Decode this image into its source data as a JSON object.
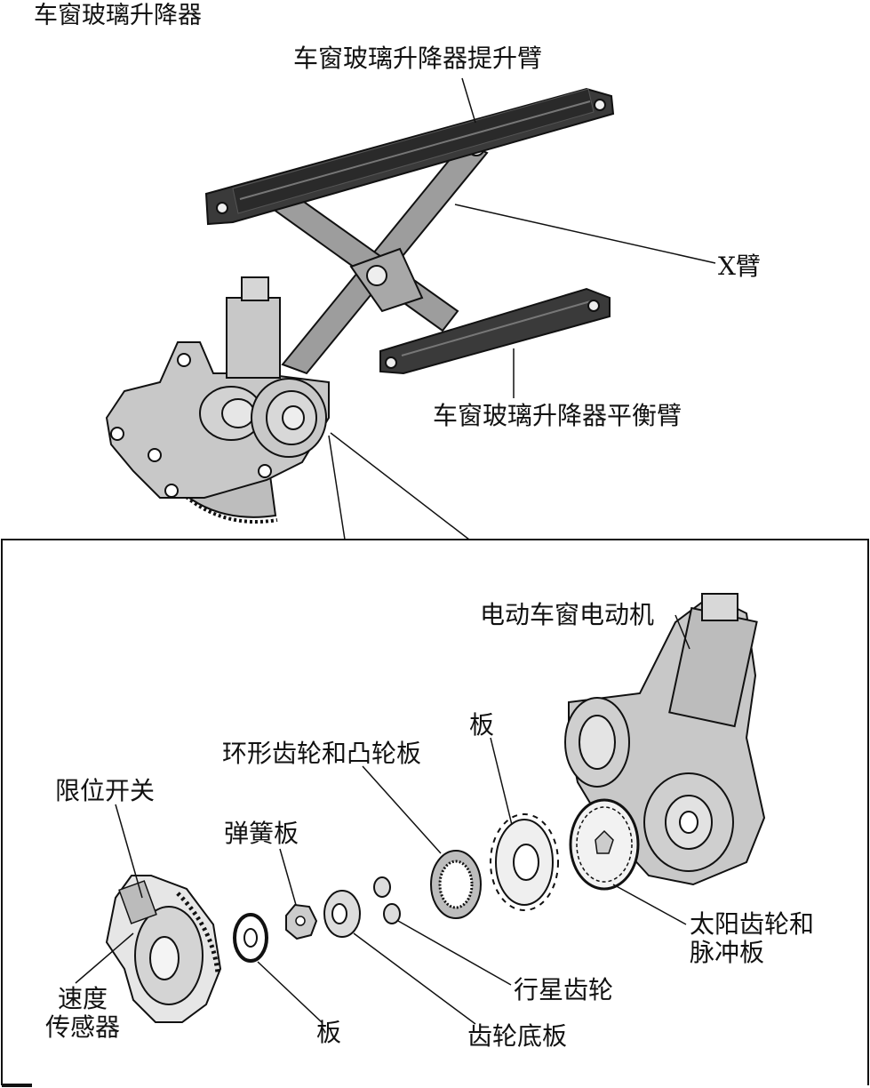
{
  "title": "车窗玻璃升降器",
  "labels": {
    "lift_arm": "车窗玻璃升降器提升臂",
    "x_arm": "X臂",
    "balance_arm": "车窗玻璃升降器平衡臂",
    "motor": "电动车窗电动机",
    "board_top": "板",
    "ring_gear": "环形齿轮和凸轮板",
    "limit_switch": "限位开关",
    "spring_plate": "弹簧板",
    "sun_gear": [
      "太阳齿轮和",
      "脉冲板"
    ],
    "speed_sensor": [
      "速度",
      "传感器"
    ],
    "planet_gear": "行星齿轮",
    "board_bottom": "板",
    "gear_base": "齿轮底板"
  },
  "colors": {
    "arm_dark": "#3a3a3a",
    "arm_light": "#9d9d9d",
    "part_gray": "#c8c8c8",
    "outline": "#111111"
  }
}
